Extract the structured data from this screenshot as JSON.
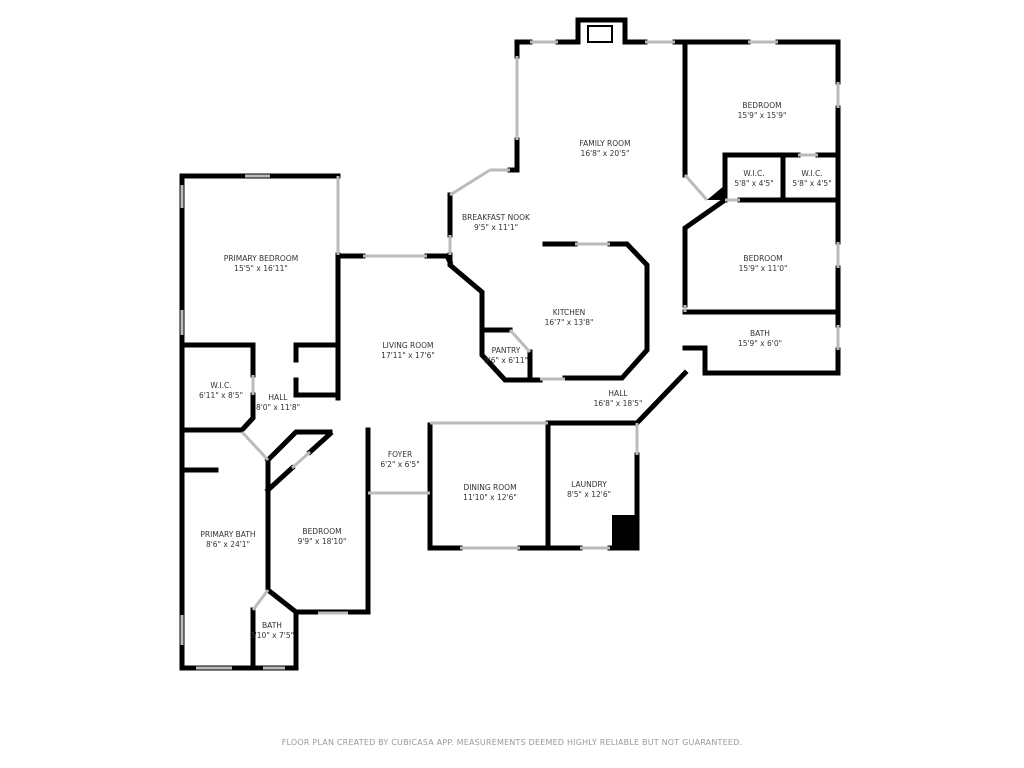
{
  "rooms": [
    {
      "name": "PRIMARY BEDROOM",
      "dims": "15'5\" x 16'11\""
    },
    {
      "name": "W.I.C.",
      "dims": "6'11\" x 8'5\""
    },
    {
      "name": "HALL",
      "dims": "8'0\" x 11'8\""
    },
    {
      "name": "LIVING ROOM",
      "dims": "17'11\" x 17'6\""
    },
    {
      "name": "PANTRY",
      "dims": "8'6\" x 6'11\""
    },
    {
      "name": "BREAKFAST NOOK",
      "dims": "9'5\" x 11'1\""
    },
    {
      "name": "FAMILY ROOM",
      "dims": "16'8\" x 20'5\""
    },
    {
      "name": "KITCHEN",
      "dims": "16'7\" x 13'8\""
    },
    {
      "name": "BEDROOM",
      "dims": "15'9\" x 15'9\""
    },
    {
      "name": "W.I.C.",
      "dims": "5'8\" x 4'5\""
    },
    {
      "name": "W.I.C.",
      "dims": "5'8\" x 4'5\""
    },
    {
      "name": "BEDROOM",
      "dims": "15'9\" x 11'0\""
    },
    {
      "name": "BATH",
      "dims": "15'9\" x 6'0\""
    },
    {
      "name": "HALL",
      "dims": "16'8\" x 18'5\""
    },
    {
      "name": "FOYER",
      "dims": "6'2\" x 6'5\""
    },
    {
      "name": "DINING ROOM",
      "dims": "11'10\" x 12'6\""
    },
    {
      "name": "LAUNDRY",
      "dims": "8'5\" x 12'6\""
    },
    {
      "name": "PRIMARY BATH",
      "dims": "8'6\" x 24'1\""
    },
    {
      "name": "BEDROOM",
      "dims": "9'9\" x 18'10\""
    },
    {
      "name": "BATH",
      "dims": "3'10\" x 7'5\""
    }
  ],
  "footer": "FLOOR PLAN CREATED BY CUBICASA APP. MEASUREMENTS DEEMED HIGHLY RELIABLE BUT NOT GUARANTEED."
}
